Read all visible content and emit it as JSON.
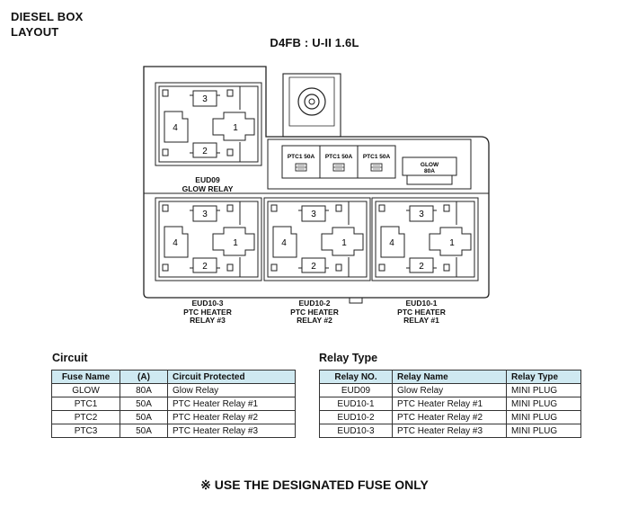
{
  "header": {
    "title": "DIESEL BOX\nLAYOUT",
    "model": "D4FB : U-II 1.6L"
  },
  "diagram": {
    "relay_numbers": [
      "1",
      "2",
      "3",
      "4"
    ],
    "fuses": [
      {
        "label": "PTC1 50A"
      },
      {
        "label": "PTC1 50A"
      },
      {
        "label": "PTC1 50A"
      }
    ],
    "glow_fuse": {
      "line1": "GLOW",
      "line2": "80A"
    },
    "captions": {
      "eud09": "EUD09\nGLOW RELAY",
      "eud10_3": "EUD10-3\nPTC HEATER\nRELAY #3",
      "eud10_2": "EUD10-2\nPTC HEATER\nRELAY #2",
      "eud10_1": "EUD10-1\nPTC HEATER\nRELAY #1"
    }
  },
  "circuit": {
    "title": "Circuit",
    "headers": [
      "Fuse Name",
      "(A)",
      "Circuit Protected"
    ],
    "rows": [
      [
        "GLOW",
        "80A",
        "Glow Relay"
      ],
      [
        "PTC1",
        "50A",
        "PTC Heater Relay #1"
      ],
      [
        "PTC2",
        "50A",
        "PTC Heater Relay #2"
      ],
      [
        "PTC3",
        "50A",
        "PTC Heater Relay #3"
      ]
    ]
  },
  "relay_type": {
    "title": "Relay Type",
    "headers": [
      "Relay NO.",
      "Relay Name",
      "Relay Type"
    ],
    "rows": [
      [
        "EUD09",
        "Glow Relay",
        "MINI PLUG"
      ],
      [
        "EUD10-1",
        "PTC Heater Relay #1",
        "MINI PLUG"
      ],
      [
        "EUD10-2",
        "PTC Heater Relay #2",
        "MINI PLUG"
      ],
      [
        "EUD10-3",
        "PTC Heater Relay #3",
        "MINI PLUG"
      ]
    ]
  },
  "note": "※ USE THE DESIGNATED FUSE ONLY"
}
